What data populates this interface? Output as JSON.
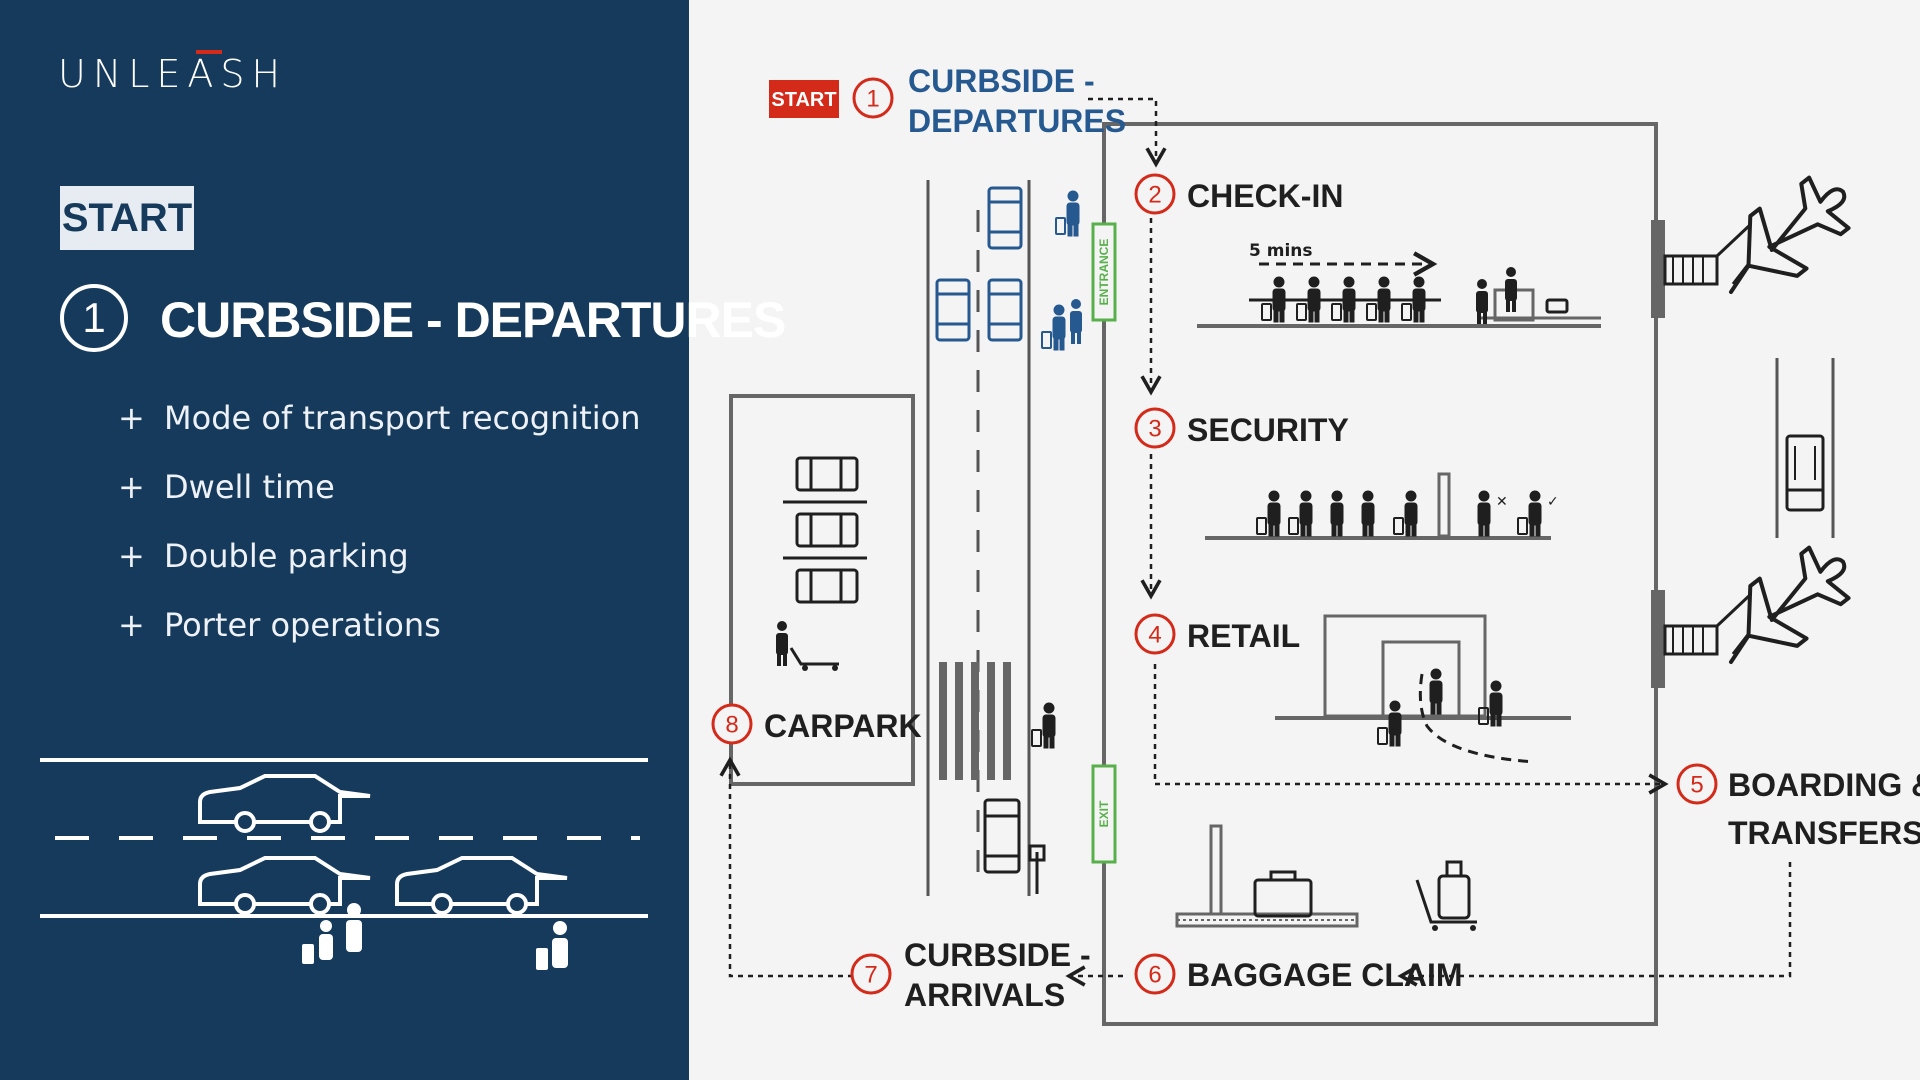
{
  "brand": {
    "logo_text": "UNLEASH"
  },
  "panel": {
    "start_label": "START",
    "step_number": "1",
    "step_title": "CURBSIDE - DEPARTURES",
    "features": [
      "Mode of transport recognition",
      "Dwell time",
      "Double parking",
      "Porter operations"
    ]
  },
  "diagram": {
    "start_tag": "START",
    "dwell_label": "5 mins",
    "entrance_label": "ENTRANCE",
    "exit_label": "EXIT",
    "steps": [
      {
        "num": "1",
        "line1": "CURBSIDE -",
        "line2": "DEPARTURES"
      },
      {
        "num": "2",
        "line1": "CHECK-IN",
        "line2": ""
      },
      {
        "num": "3",
        "line1": "SECURITY",
        "line2": ""
      },
      {
        "num": "4",
        "line1": "RETAIL",
        "line2": ""
      },
      {
        "num": "5",
        "line1": "BOARDING &",
        "line2": "TRANSFERS"
      },
      {
        "num": "6",
        "line1": "BAGGAGE CLAIM",
        "line2": ""
      },
      {
        "num": "7",
        "line1": "CURBSIDE -",
        "line2": "ARRIVALS"
      },
      {
        "num": "8",
        "line1": "CARPARK",
        "line2": ""
      }
    ]
  },
  "colors": {
    "panel_bg": "#163a5c",
    "accent_red": "#d42a1a",
    "blue_text": "#25598f",
    "green_door": "#57b04a",
    "ink": "#1f1f1f",
    "wall": "#666666"
  }
}
